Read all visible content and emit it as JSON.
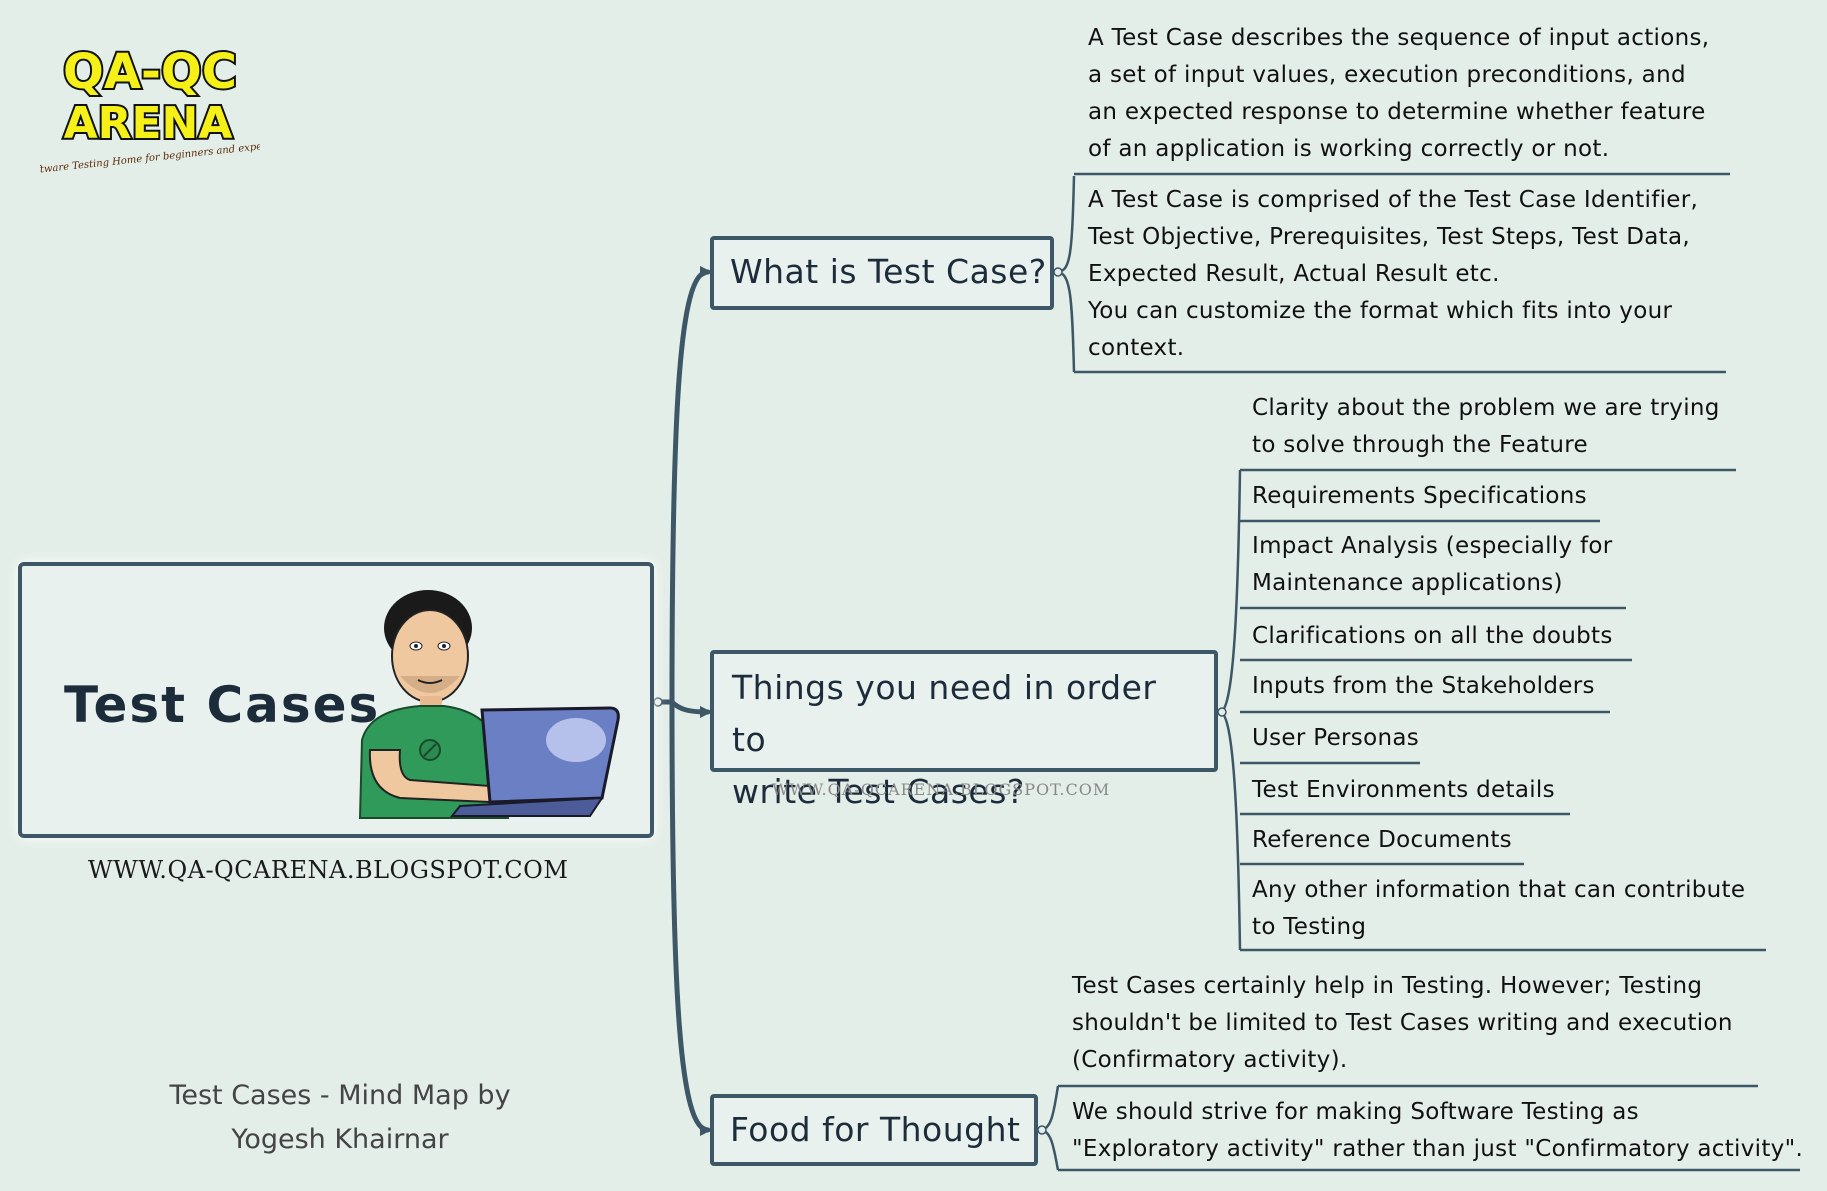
{
  "logo": {
    "line1": "QA-QC",
    "line2": "ARENA",
    "tagline": "Software Testing Home for beginners and experts"
  },
  "central": {
    "title": "Test Cases",
    "url": "WWW.QA-QCARENA.BLOGSPOT.COM"
  },
  "credit": {
    "line1": "Test Cases - Mind Map by",
    "line2": "Yogesh Khairnar"
  },
  "watermark": "WWW.QA-QCARENA.BLOGSPOT.COM",
  "colors": {
    "background": "#e4eee9",
    "node_border": "#3d5766",
    "logo_fill": "#f4f018",
    "shirt": "#2f9a5a",
    "laptop": "#6b7fc4"
  },
  "topics": [
    {
      "lines": [
        "What is Test Case?"
      ],
      "notes": [
        [
          "A Test Case describes the sequence of input actions,",
          "a set of input values, execution preconditions, and",
          "an expected response to determine whether feature",
          "of an application is working correctly or not."
        ],
        [
          "A Test Case is comprised of the Test Case Identifier,",
          "Test Objective, Prerequisites, Test Steps, Test Data,",
          "Expected Result, Actual Result etc.",
          "You can customize the format which fits into your",
          "context."
        ]
      ]
    },
    {
      "lines": [
        "Things you need in order to",
        "write Test Cases?"
      ],
      "notes": [
        [
          "Clarity about the problem we are trying",
          "to solve through the Feature"
        ],
        [
          "Requirements Specifications"
        ],
        [
          "Impact Analysis (especially for",
          "Maintenance applications)"
        ],
        [
          "Clarifications on all the doubts"
        ],
        [
          "Inputs from the Stakeholders"
        ],
        [
          "User Personas"
        ],
        [
          "Test Environments details"
        ],
        [
          "Reference Documents"
        ],
        [
          "Any other information that can contribute",
          "to Testing"
        ]
      ]
    },
    {
      "lines": [
        "Food for Thought"
      ],
      "notes": [
        [
          "Test Cases certainly help in Testing. However; Testing",
          "shouldn't be limited to Test Cases writing and execution",
          "(Confirmatory activity)."
        ],
        [
          "We should strive for making Software Testing as",
          "\"Exploratory activity\" rather than just \"Confirmatory activity\"."
        ]
      ]
    }
  ]
}
